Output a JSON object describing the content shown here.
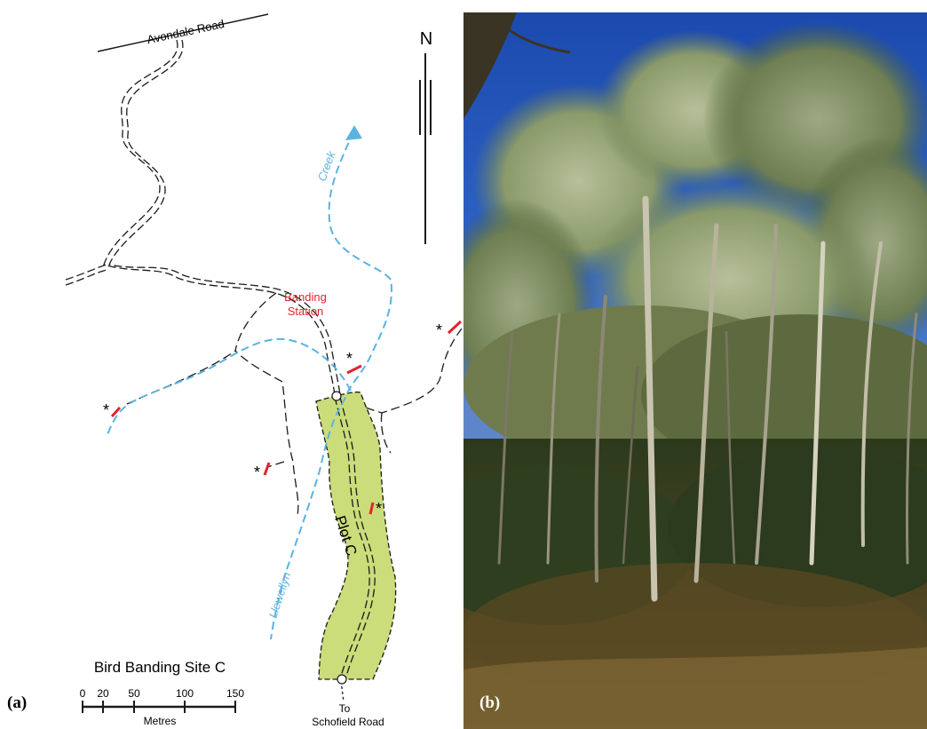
{
  "map": {
    "road_top_label": "Avondale Road",
    "north_label": "N",
    "creek_label": "Creek",
    "creek_label2": "Llewellyn",
    "banding_station_line1": "Banding",
    "banding_station_line2": "Station",
    "plot_label": "Plot C",
    "asterisk": "*",
    "title": "Bird Banding Site C",
    "scale_ticks": [
      "0",
      "20",
      "50",
      "100",
      "150"
    ],
    "scale_unit": "Metres",
    "road_bottom_line1": "To",
    "road_bottom_line2": "Schofield Road",
    "panel_label": "(a)"
  },
  "photo": {
    "panel_label": "(b)"
  },
  "colors": {
    "creek": "#5bb3e0",
    "plot_fill": "#cbdc7a",
    "station_mark": "#e0242c",
    "station_label": "#e0242c",
    "road": "#1a1a1a",
    "sky": "#1f4fb4"
  }
}
